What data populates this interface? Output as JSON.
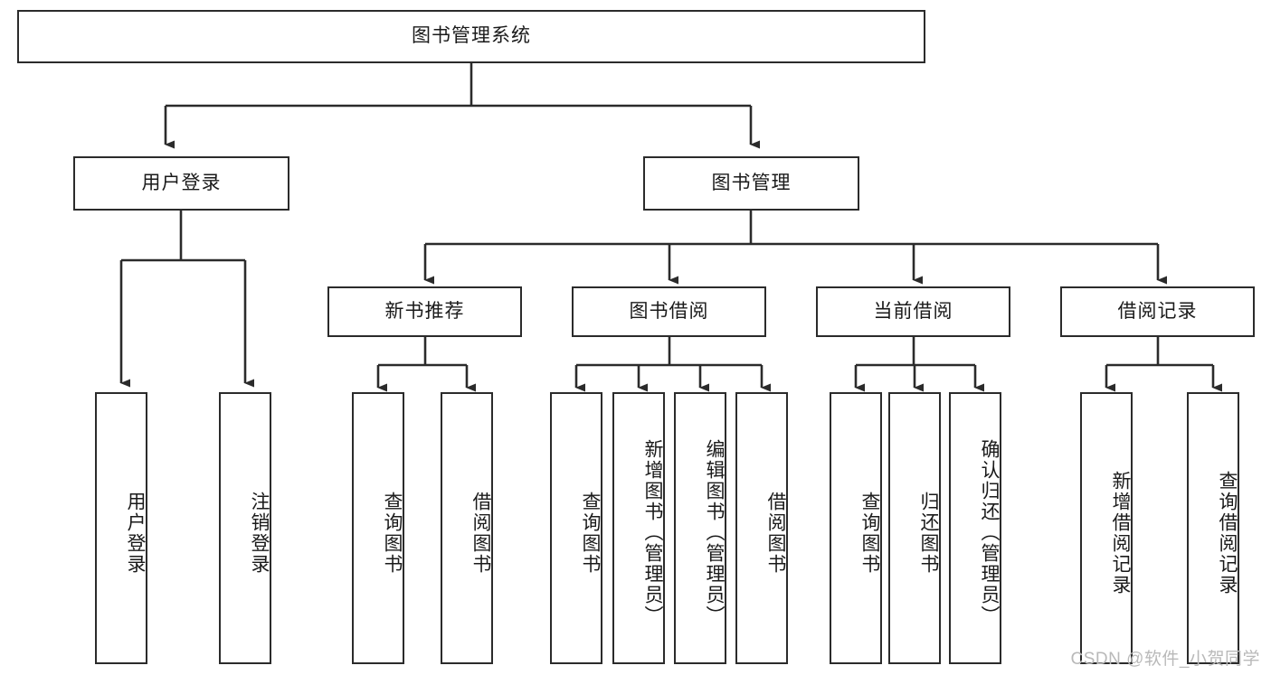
{
  "diagram": {
    "title": "图书管理系统",
    "type": "tree-hierarchy-chart",
    "watermark": "CSDN @软件_小贺同学",
    "colors": {
      "border": "#2b2b2b",
      "text": "#1a1a1a",
      "background": "#ffffff",
      "connector": "#2b2b2b",
      "watermark": "#b9b9b9"
    },
    "nodes": {
      "root": {
        "label": "图书管理系统",
        "orientation": "horizontal"
      },
      "level1": [
        {
          "id": "user-login",
          "label": "用户登录",
          "orientation": "horizontal"
        },
        {
          "id": "book-management",
          "label": "图书管理",
          "orientation": "horizontal"
        }
      ],
      "level2": [
        {
          "id": "new-book-recommend",
          "label": "新书推荐",
          "orientation": "horizontal"
        },
        {
          "id": "book-borrow",
          "label": "图书借阅",
          "orientation": "horizontal"
        },
        {
          "id": "current-borrow",
          "label": "当前借阅",
          "orientation": "horizontal"
        },
        {
          "id": "borrow-record",
          "label": "借阅记录",
          "orientation": "horizontal"
        }
      ],
      "leaves": {
        "user-login": [
          {
            "id": "leaf-user-login",
            "label": "用户登录",
            "orientation": "vertical"
          },
          {
            "id": "leaf-logout-login",
            "label": "注销登录",
            "orientation": "vertical"
          }
        ],
        "new-book-recommend": [
          {
            "id": "leaf-query-book-1",
            "label": "查询图书",
            "orientation": "vertical"
          },
          {
            "id": "leaf-borrow-book-1",
            "label": "借阅图书",
            "orientation": "vertical"
          }
        ],
        "book-borrow": [
          {
            "id": "leaf-query-book-2",
            "label": "查询图书",
            "orientation": "vertical"
          },
          {
            "id": "leaf-add-book",
            "label": "新增图书（管理员）",
            "orientation": "vertical"
          },
          {
            "id": "leaf-edit-book",
            "label": "编辑图书（管理员）",
            "orientation": "vertical"
          },
          {
            "id": "leaf-borrow-book-2",
            "label": "借阅图书",
            "orientation": "vertical"
          }
        ],
        "current-borrow": [
          {
            "id": "leaf-query-book-3",
            "label": "查询图书",
            "orientation": "vertical"
          },
          {
            "id": "leaf-return-book",
            "label": "归还图书",
            "orientation": "vertical"
          },
          {
            "id": "leaf-confirm-return",
            "label": "确认归还（管理员）",
            "orientation": "vertical"
          }
        ],
        "borrow-record": [
          {
            "id": "leaf-add-record",
            "label": "新增借阅记录",
            "orientation": "vertical"
          },
          {
            "id": "leaf-query-record",
            "label": "查询借阅记录",
            "orientation": "vertical"
          }
        ]
      }
    }
  }
}
